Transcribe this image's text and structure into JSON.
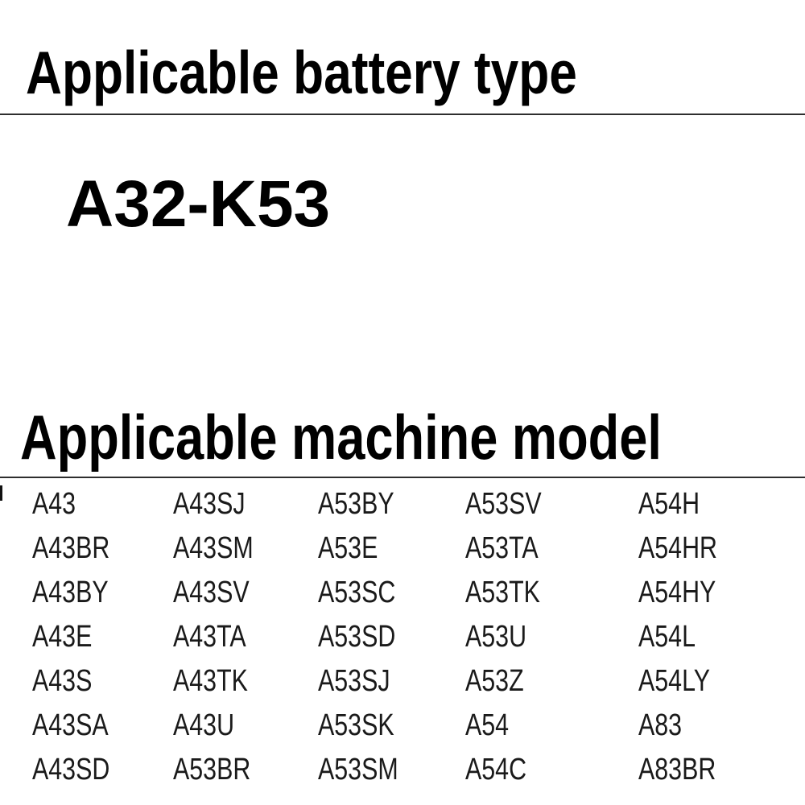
{
  "colors": {
    "background": "#ffffff",
    "heading_text": "#000000",
    "list_text": "#1a1a1a",
    "divider": "#2e2e2e"
  },
  "battery_section": {
    "heading": "Applicable battery type",
    "battery_type": "A32-K53"
  },
  "machine_section": {
    "heading": "Applicable machine model",
    "models": [
      "A43",
      "A43SJ",
      "A53BY",
      "A53SV",
      "A54H",
      "A43BR",
      "A43SM",
      "A53E",
      "A53TA",
      "A54HR",
      "A43BY",
      "A43SV",
      "A53SC",
      "A53TK",
      "A54HY",
      "A43E",
      "A43TA",
      "A53SD",
      "A53U",
      "A54L",
      "A43S",
      "A43TK",
      "A53SJ",
      "A53Z",
      "A54LY",
      "A43SA",
      "A43U",
      "A53SK",
      "A54",
      "A83",
      "A43SD",
      "A53BR",
      "A53SM",
      "A54C",
      "A83BR"
    ]
  }
}
